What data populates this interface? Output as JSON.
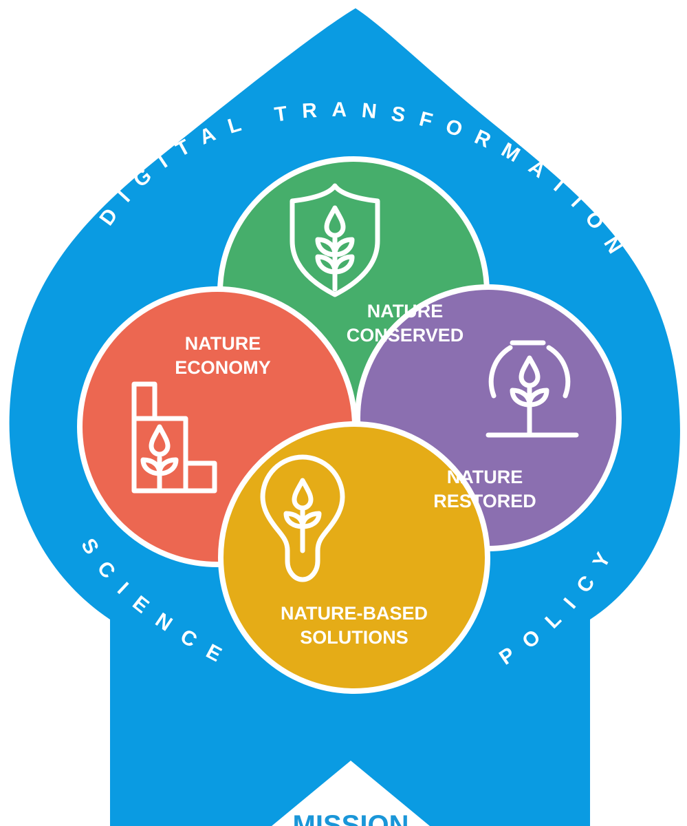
{
  "colors": {
    "background": "#ffffff",
    "badge": "#0a9be2",
    "outline": "#ffffff",
    "conserved": "#46ae6b",
    "economy": "#ec6751",
    "restored": "#8b6fb0",
    "solutions": "#e5ac17",
    "mission_text": "#1a96d8"
  },
  "arc_labels": {
    "top": "DIGITAL TRANSFORMATION",
    "left": "SCIENCE",
    "right": "POLICY"
  },
  "circles": {
    "conserved": {
      "line1": "NATURE",
      "line2": "CONSERVED",
      "icon": "shield-plant-icon"
    },
    "economy": {
      "line1": "NATURE",
      "line2": "ECONOMY",
      "icon": "blocks-plant-icon"
    },
    "restored": {
      "line1": "NATURE",
      "line2": "RESTORED",
      "icon": "cycle-plant-icon"
    },
    "solutions": {
      "line1": "NATURE-BASED",
      "line2": "SOLUTIONS",
      "icon": "lightbulb-plant-icon"
    }
  },
  "footer": {
    "mission": "MISSION"
  }
}
